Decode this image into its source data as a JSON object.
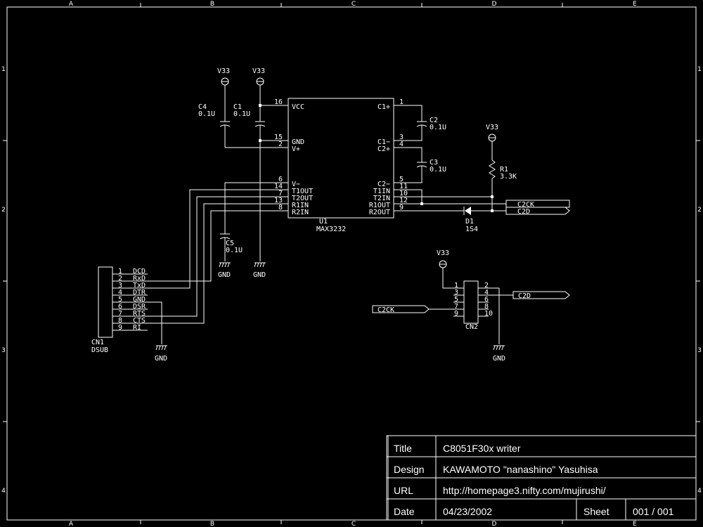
{
  "colors": {
    "background": "#000000",
    "ink": "#ffffff"
  },
  "zones": {
    "columns": [
      "A",
      "B",
      "C",
      "D",
      "E"
    ],
    "rows": [
      "1",
      "2",
      "3",
      "4"
    ]
  },
  "power": {
    "v33": "V33",
    "gnd": "GND"
  },
  "u1": {
    "ref": "U1",
    "part": "MAX3232",
    "left_pins": [
      {
        "num": "16",
        "name": "VCC"
      },
      {
        "num": "15",
        "name": "GND"
      },
      {
        "num": "2",
        "name": "V+"
      },
      {
        "num": "6",
        "name": "V−"
      },
      {
        "num": "14",
        "name": "T1OUT"
      },
      {
        "num": "7",
        "name": "T2OUT"
      },
      {
        "num": "13",
        "name": "R1IN"
      },
      {
        "num": "8",
        "name": "R2IN"
      }
    ],
    "right_pins": [
      {
        "num": "1",
        "name": "C1+"
      },
      {
        "num": "3",
        "name": "C1−"
      },
      {
        "num": "4",
        "name": "C2+"
      },
      {
        "num": "5",
        "name": "C2−"
      },
      {
        "num": "11",
        "name": "T1IN"
      },
      {
        "num": "10",
        "name": "T2IN"
      },
      {
        "num": "12",
        "name": "R1OUT"
      },
      {
        "num": "9",
        "name": "R2OUT"
      }
    ]
  },
  "caps": {
    "c4": {
      "ref": "C4",
      "value": "0.1U"
    },
    "c1": {
      "ref": "C1",
      "value": "0.1U"
    },
    "c2": {
      "ref": "C2",
      "value": "0.1U"
    },
    "c3": {
      "ref": "C3",
      "value": "0.1U"
    },
    "c5": {
      "ref": "C5",
      "value": "0.1U"
    }
  },
  "r1": {
    "ref": "R1",
    "value": "3.3K"
  },
  "d1": {
    "ref": "D1",
    "value": "1S4"
  },
  "nets": {
    "c2ck": "C2CK",
    "c2d": "C2D"
  },
  "cn1": {
    "ref": "CN1",
    "part": "DSUB",
    "pins": [
      {
        "num": "1",
        "name": "DCD"
      },
      {
        "num": "2",
        "name": "RxD"
      },
      {
        "num": "3",
        "name": "TxD"
      },
      {
        "num": "4",
        "name": "DTR"
      },
      {
        "num": "5",
        "name": "GND"
      },
      {
        "num": "6",
        "name": "DSR"
      },
      {
        "num": "7",
        "name": "RTS"
      },
      {
        "num": "8",
        "name": "CTS"
      },
      {
        "num": "9",
        "name": "RI"
      }
    ]
  },
  "cn2": {
    "ref": "CN2",
    "left_pins": [
      "1",
      "3",
      "5",
      "7",
      "9"
    ],
    "right_pins": [
      "2",
      "4",
      "6",
      "8",
      "10"
    ]
  },
  "title_block": {
    "title_label": "Title",
    "title_value": "C8051F30x writer",
    "design_label": "Design",
    "design_value": "KAWAMOTO \"nanashino\" Yasuhisa",
    "url_label": "URL",
    "url_value": "http://homepage3.nifty.com/mujirushi/",
    "date_label": "Date",
    "date_value": "04/23/2002",
    "sheet_label": "Sheet",
    "sheet_value": "001 / 001"
  }
}
